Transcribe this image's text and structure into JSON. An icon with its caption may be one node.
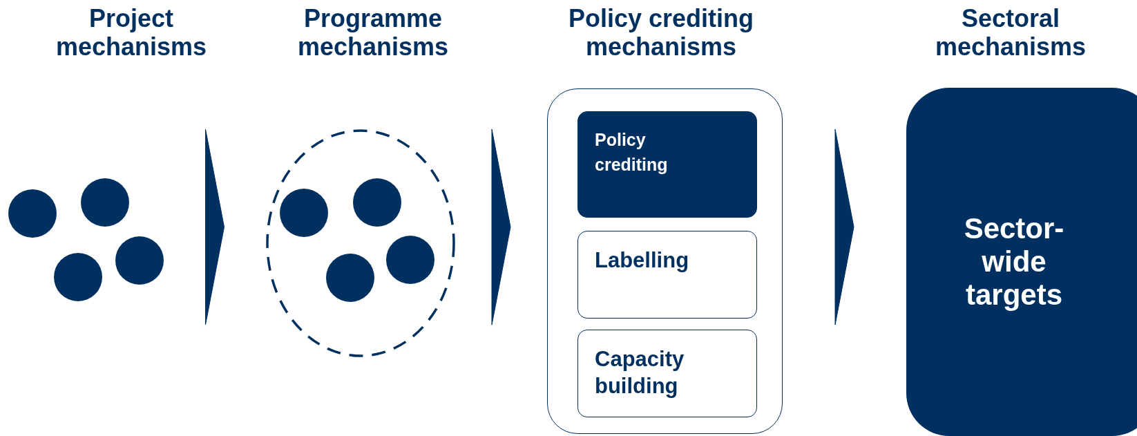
{
  "diagram": {
    "nodes": [
      {
        "text": [],
        "shape": "circle"
      },
      {
        "text": [],
        "shape": "circle"
      },
      {
        "text": [],
        "shape": "circle"
      },
      {
        "text": [],
        "shape": "circle"
      },
      {
        "text": [],
        "shape": "circle"
      },
      {
        "text": [],
        "shape": "circle",
        "in": 4
      },
      {
        "text": [],
        "shape": "circle",
        "in": 4
      },
      {
        "text": [],
        "shape": "circle",
        "in": 4
      },
      {
        "text": [],
        "shape": "circle",
        "in": 4
      },
      {
        "text": [],
        "shape": "box"
      },
      {
        "text": [
          "Policy crediting"
        ],
        "in": 9
      },
      {
        "text": [
          "Labelling"
        ],
        "in": 9
      },
      {
        "text": [
          "Capacity building"
        ],
        "in": 9
      },
      {
        "text": [
          "Sector-wide targets"
        ]
      }
    ],
    "edges": [
      {
        "from": 3,
        "to": 4,
        "arrow": "to"
      },
      {
        "from": 4,
        "to": 9,
        "arrow": "to"
      },
      {
        "from": 9,
        "to": 13,
        "arrow": "to"
      }
    ],
    "labels": [
      "Project mechanisms",
      "Programme mechanisms",
      "Policy crediting mechanisms",
      "Sectoral mechanisms"
    ]
  }
}
